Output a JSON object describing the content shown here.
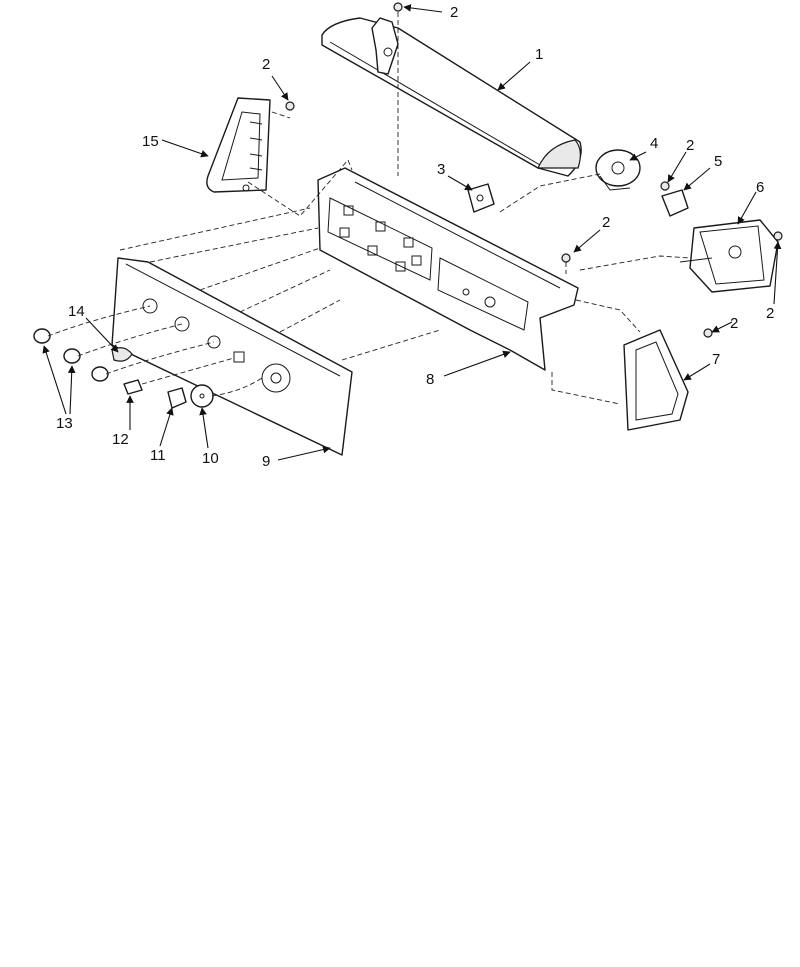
{
  "diagram": {
    "callouts": {
      "c1": "1",
      "c2a": "2",
      "c2b": "2",
      "c2c": "2",
      "c2d": "2",
      "c2e": "2",
      "c2f": "2",
      "c3": "3",
      "c4": "4",
      "c5": "5",
      "c6": "6",
      "c7": "7",
      "c8": "8",
      "c9": "9",
      "c10": "10",
      "c11": "11",
      "c12": "12",
      "c13": "13",
      "c14": "14",
      "c15": "15"
    },
    "colors": {
      "line": "#1a1a1a",
      "background": "#ffffff"
    }
  }
}
